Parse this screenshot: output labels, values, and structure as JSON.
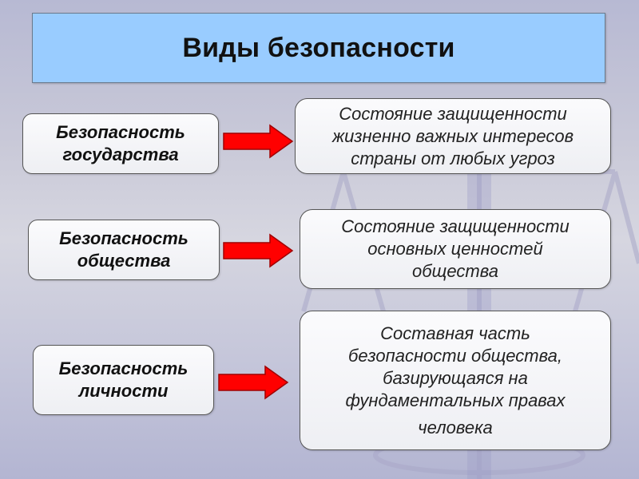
{
  "title": "Виды безопасности",
  "colors": {
    "title_bg": "#99ccff",
    "arrow": "#ff0000",
    "box_bg": "#f4f4f7",
    "border": "#555555"
  },
  "rows": [
    {
      "category": {
        "lines": [
          "Безопасность",
          "государства"
        ]
      },
      "definition": {
        "lines": [
          "Состояние защищенности",
          "жизненно важных интересов",
          "страны от любых угроз"
        ]
      },
      "connector": "arrow-right"
    },
    {
      "category": {
        "lines": [
          "Безопасность",
          "общества"
        ]
      },
      "definition": {
        "lines": [
          "Состояние защищенности",
          "основных ценностей",
          "общества"
        ]
      },
      "connector": "arrow-right"
    },
    {
      "category": {
        "lines": [
          "Безопасность",
          "личности"
        ]
      },
      "definition": {
        "lines": [
          "Составная часть",
          "безопасности общества,",
          "базирующаяся на",
          "фундаментальных правах",
          "человека"
        ]
      },
      "connector": "arrow-right"
    }
  ]
}
